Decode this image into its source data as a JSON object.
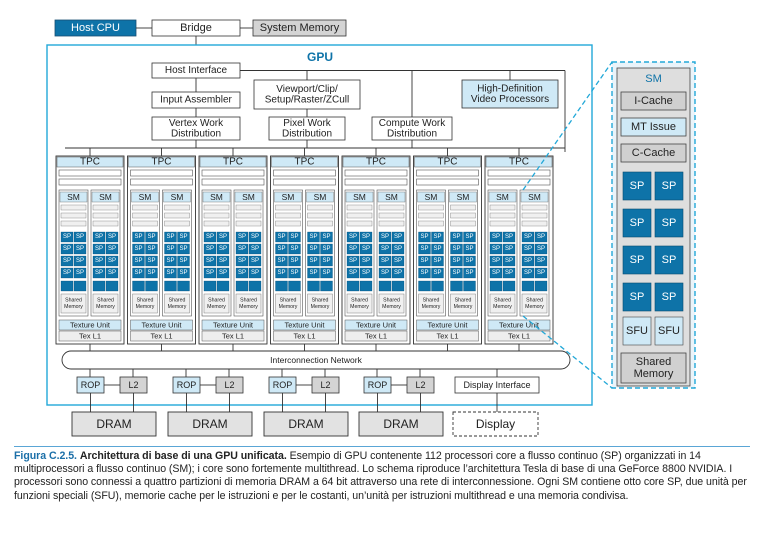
{
  "colors": {
    "blue_fill": "#0e73a8",
    "light_blue": "#cfe9f6",
    "accent_border": "#22a8d8",
    "gray_box": "#d4d4d4",
    "caption_blue": "#1b6fa8"
  },
  "top": {
    "host_cpu": "Host CPU",
    "bridge": "Bridge",
    "system_memory": "System Memory"
  },
  "gpu": {
    "title": "GPU",
    "host_interface": "Host Interface",
    "input_assembler": "Input Assembler",
    "viewport_lines": [
      "Viewport/Clip/",
      "Setup/Raster/ZCull"
    ],
    "hd_video_lines": [
      "High-Definition",
      "Video Processors"
    ],
    "vertex_work_lines": [
      "Vertex Work",
      "Distribution"
    ],
    "pixel_work_lines": [
      "Pixel Work",
      "Distribution"
    ],
    "compute_work_lines": [
      "Compute Work",
      "Distribution"
    ],
    "tpc_label": "TPC",
    "sm_label": "SM",
    "sp_label": "SP",
    "shared_memory_lines": [
      "Shared",
      "Memory"
    ],
    "texture_unit": "Texture Unit",
    "tex_l1": "Tex L1",
    "interconnection_network": "Interconnection Network",
    "rop_label": "ROP",
    "l2_label": "L2",
    "display_interface": "Display Interface",
    "dram_label": "DRAM",
    "display": "Display"
  },
  "sm_detail": {
    "title": "SM",
    "icache": "I-Cache",
    "mt_issue": "MT Issue",
    "ccache": "C-Cache",
    "sp": "SP",
    "sfu": "SFU",
    "shared_memory_lines": [
      "Shared",
      "Memory"
    ]
  },
  "caption": {
    "label": "Figura C.2.5.",
    "title": "Architettura di base di una GPU unificata.",
    "body": "Esempio di GPU contenente 112 processori core a flusso continuo (SP) organizzati in 14 multiprocessori a flusso continuo (SM); i core sono fortemente multithread. Lo schema riproduce l’architettura Tesla di base di una GeForce 8800 NVIDIA. I processori sono connessi a quattro partizioni di memoria DRAM a 64 bit attraverso una rete di interconnessione. Ogni SM contiene otto core SP, due unità per funzioni speciali (SFU), memorie cache per le istruzioni e per le costanti, un’unità per istruzioni multithread e una memoria condivisa."
  }
}
